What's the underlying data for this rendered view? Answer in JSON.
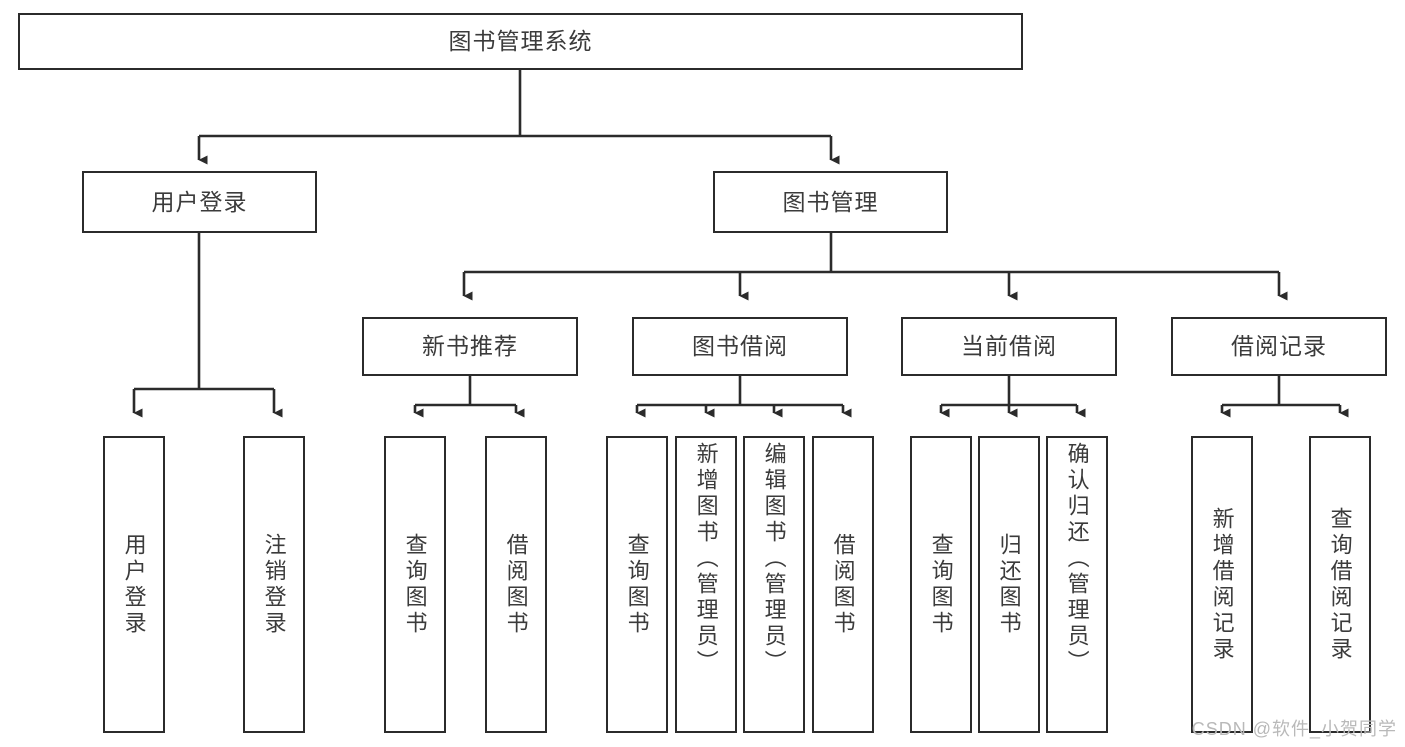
{
  "diagram": {
    "title": "图书管理系统",
    "type": "tree",
    "style": {
      "stroke": "#2b2b2b",
      "text_color": "#3b3b3b",
      "background": "#ffffff",
      "watermark_color": "#b9b9b9"
    },
    "watermark": "CSDN @软件_小贺同学",
    "nodes": {
      "root": {
        "label": "图书管理系统"
      },
      "level2": [
        {
          "id": "user-login",
          "label": "用户登录"
        },
        {
          "id": "book-manage",
          "label": "图书管理"
        }
      ],
      "level3": [
        {
          "id": "new-book-recommend",
          "label": "新书推荐"
        },
        {
          "id": "book-borrow",
          "label": "图书借阅"
        },
        {
          "id": "current-borrow",
          "label": "当前借阅"
        },
        {
          "id": "borrow-record",
          "label": "借阅记录"
        }
      ],
      "leaves": {
        "user_login": [
          {
            "id": "leaf-user-login",
            "label": "用户登录"
          },
          {
            "id": "leaf-logout-login",
            "label": "注销登录"
          }
        ],
        "new_book_recommend": [
          {
            "id": "leaf-query-book-1",
            "label": "查询图书"
          },
          {
            "id": "leaf-borrow-book-1",
            "label": "借阅图书"
          }
        ],
        "book_borrow": [
          {
            "id": "leaf-query-book-2",
            "label": "查询图书"
          },
          {
            "id": "leaf-add-book",
            "label": "新增图书（管理员）"
          },
          {
            "id": "leaf-edit-book",
            "label": "编辑图书（管理员）"
          },
          {
            "id": "leaf-borrow-book-2",
            "label": "借阅图书"
          }
        ],
        "current_borrow": [
          {
            "id": "leaf-query-book-3",
            "label": "查询图书"
          },
          {
            "id": "leaf-return-book",
            "label": "归还图书"
          },
          {
            "id": "leaf-confirm-return",
            "label": "确认归还（管理员）"
          }
        ],
        "borrow_record": [
          {
            "id": "leaf-add-record",
            "label": "新增借阅记录"
          },
          {
            "id": "leaf-query-record",
            "label": "查询借阅记录"
          }
        ]
      }
    }
  }
}
